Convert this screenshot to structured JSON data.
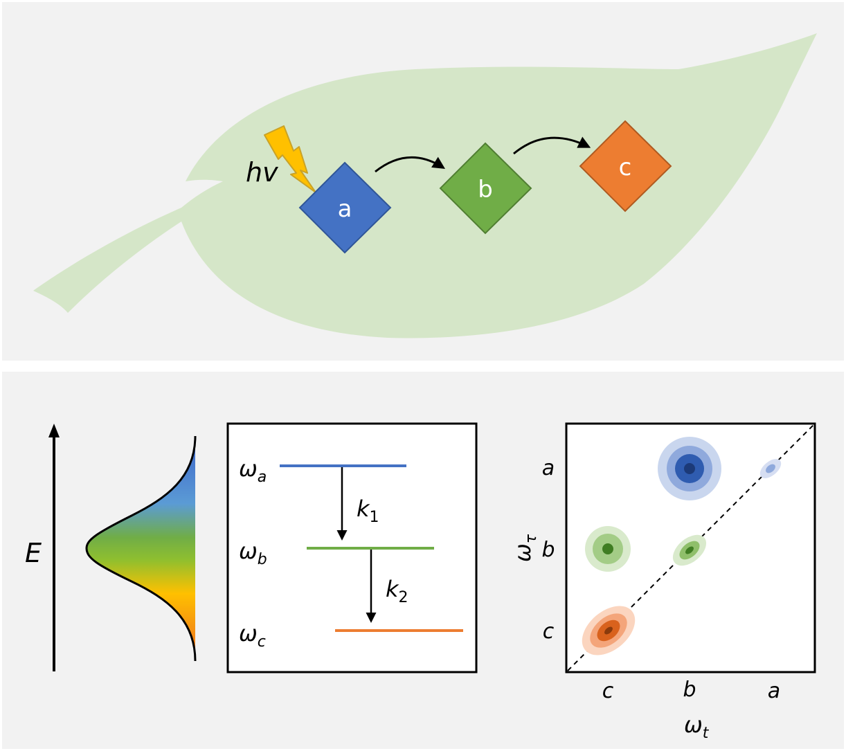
{
  "top_panel": {
    "photon_label": "hv",
    "nodes": [
      {
        "id": "a",
        "label": "a",
        "color": "#4472c4",
        "stroke": "#2f5597"
      },
      {
        "id": "b",
        "label": "b",
        "color": "#70ad47",
        "stroke": "#507e32"
      },
      {
        "id": "c",
        "label": "c",
        "color": "#ed7d31",
        "stroke": "#ae5a21"
      }
    ],
    "leaf_color": "#d5e6c8",
    "bolt_color": "#ffc000"
  },
  "energy_axis": {
    "label": "E"
  },
  "level_diagram": {
    "levels": [
      {
        "symbol": "ω",
        "subscript": "a",
        "color": "#4472c4"
      },
      {
        "symbol": "ω",
        "subscript": "b",
        "color": "#70ad47"
      },
      {
        "symbol": "ω",
        "subscript": "c",
        "color": "#ed7d31"
      }
    ],
    "rates": [
      {
        "symbol": "k",
        "subscript": "1"
      },
      {
        "symbol": "k",
        "subscript": "2"
      }
    ]
  },
  "spectrum_2d": {
    "x_axis": {
      "symbol": "ω",
      "subscript": "t"
    },
    "y_axis": {
      "symbol": "ω",
      "subscript": "τ"
    },
    "x_ticks": [
      "c",
      "b",
      "a"
    ],
    "y_ticks": [
      "a",
      "b",
      "c"
    ],
    "diagonal": "dashed"
  }
}
